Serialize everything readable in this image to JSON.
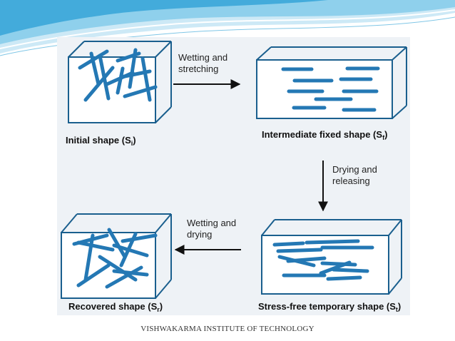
{
  "stages": {
    "initial": {
      "label": "Initial shape (S",
      "sub": "i",
      "close": ")"
    },
    "intermediate": {
      "label": "Intermediate fixed shape (S",
      "sub": "f",
      "close": ")"
    },
    "stress_free": {
      "label": "Stress-free temporary shape (S",
      "sub": "t",
      "close": ")"
    },
    "recovered": {
      "label": "Recovered shape (S",
      "sub": "r",
      "close": ")"
    }
  },
  "steps": {
    "wetting_stretching": [
      "Wetting and",
      "stretching"
    ],
    "drying_releasing": [
      "Drying and",
      "releasing"
    ],
    "wetting_drying": [
      "Wetting and",
      "drying"
    ]
  },
  "footer": "VISHWAKARMA INSTITUTE OF TECHNOLOGY",
  "colors": {
    "box_stroke": "#1a5f8e",
    "fiber": "#2478b4",
    "header_light": "#cde9f6",
    "header_mid": "#8fd0ec",
    "header_dark": "#2a9fd6"
  }
}
